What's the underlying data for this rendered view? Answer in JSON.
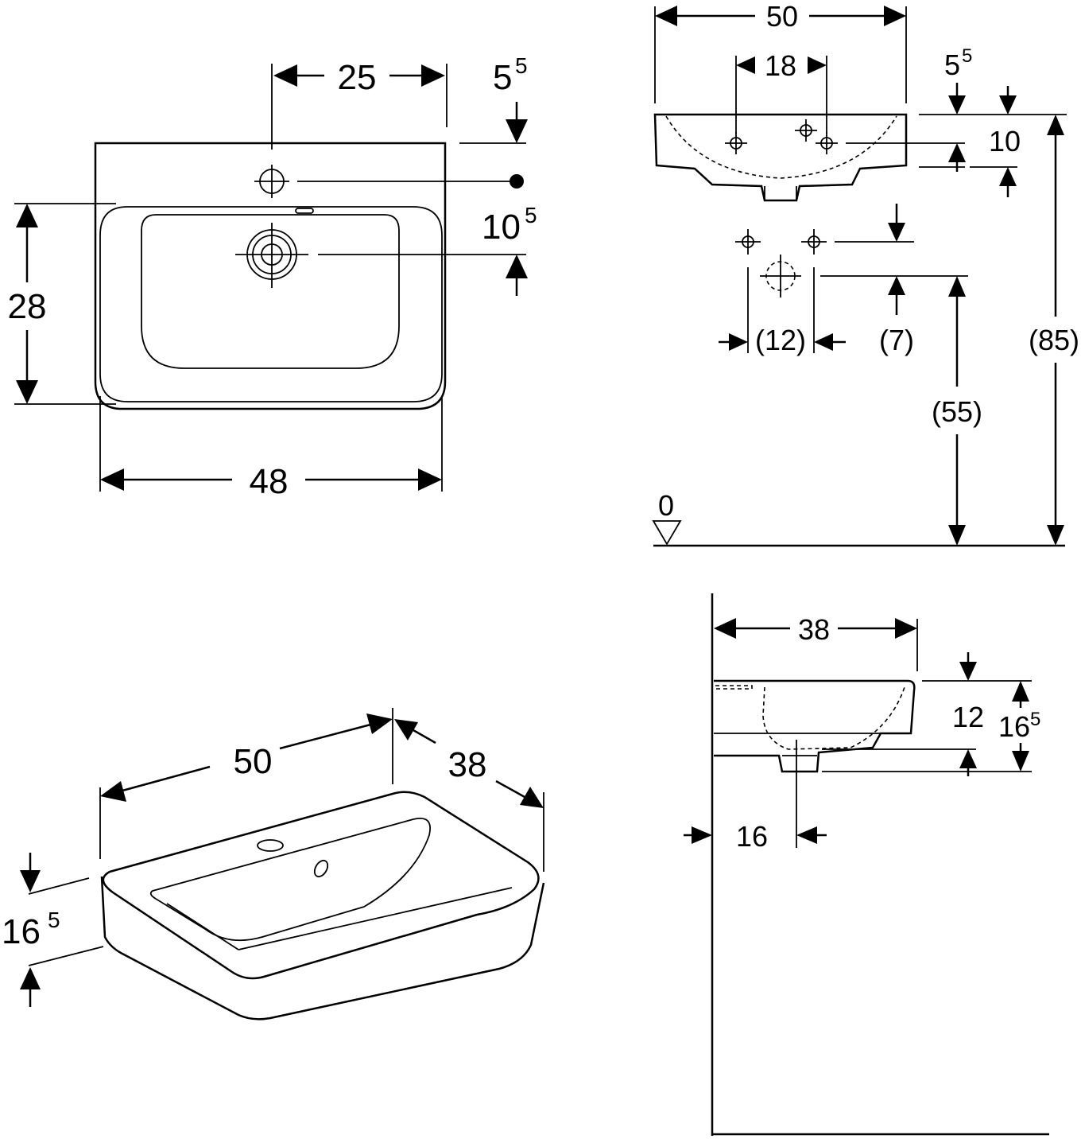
{
  "top_view": {
    "dim_tap_offset": "25",
    "dim_top_offset_main": "5",
    "dim_top_offset_sup": "5",
    "dim_tap_to_drain_main": "10",
    "dim_tap_to_drain_sup": "5",
    "dim_depth": "28",
    "dim_width": "48"
  },
  "front_view": {
    "dim_width": "50",
    "dim_holes": "18",
    "dim_top_main": "5",
    "dim_top_sup": "5",
    "dim_rim": "10",
    "dim_fix_spacing": "(12)",
    "dim_fix_offset": "(7)",
    "dim_waste_height": "(55)",
    "dim_rim_height": "(85)",
    "floor_label": "0"
  },
  "iso_view": {
    "dim_width": "50",
    "dim_depth": "38",
    "dim_height_main": "16",
    "dim_height_sup": "5"
  },
  "side_view": {
    "dim_depth": "38",
    "dim_inner": "12",
    "dim_height_main": "16",
    "dim_height_sup": "5",
    "dim_waste_offset": "16"
  }
}
